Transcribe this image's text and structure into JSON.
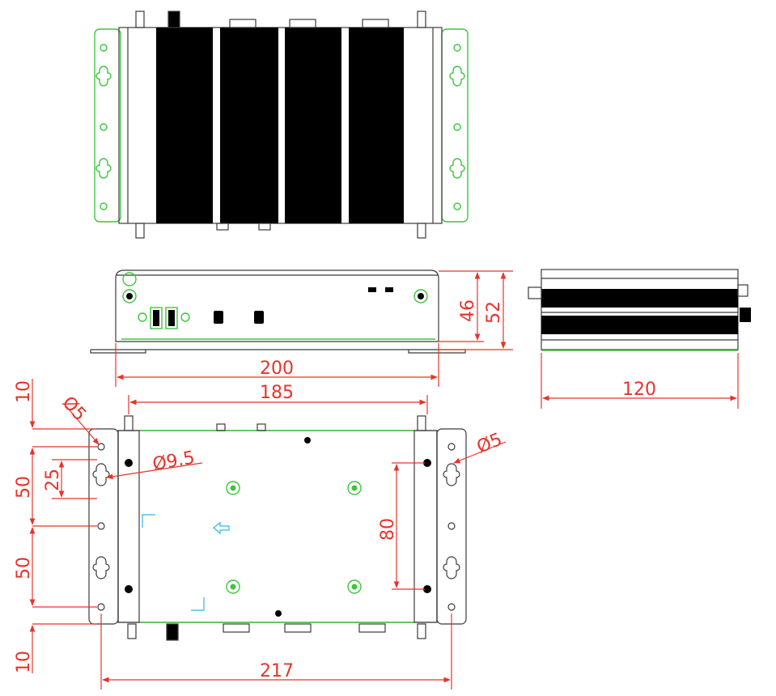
{
  "colors": {
    "dimension": "#e8332a",
    "outline": "#3b3b3b",
    "mount": "#3ec43e",
    "marker": "#2fb7e8",
    "fin": "#000000"
  },
  "dimensions": {
    "front_height_inner": "46",
    "front_height_outer": "52",
    "front_width": "200",
    "side_depth": "120",
    "bottom_hole_span": "185",
    "bottom_overall_width": "217",
    "slot_diameter": "Ø9.5",
    "hole_diameter_left": "Ø5",
    "hole_diameter_right": "Ø5",
    "slot_length": "25",
    "hole_spacing_upper": "50",
    "hole_spacing_lower": "50",
    "edge_offset_top": "10",
    "edge_offset_bottom": "10",
    "foot_spacing": "80"
  }
}
